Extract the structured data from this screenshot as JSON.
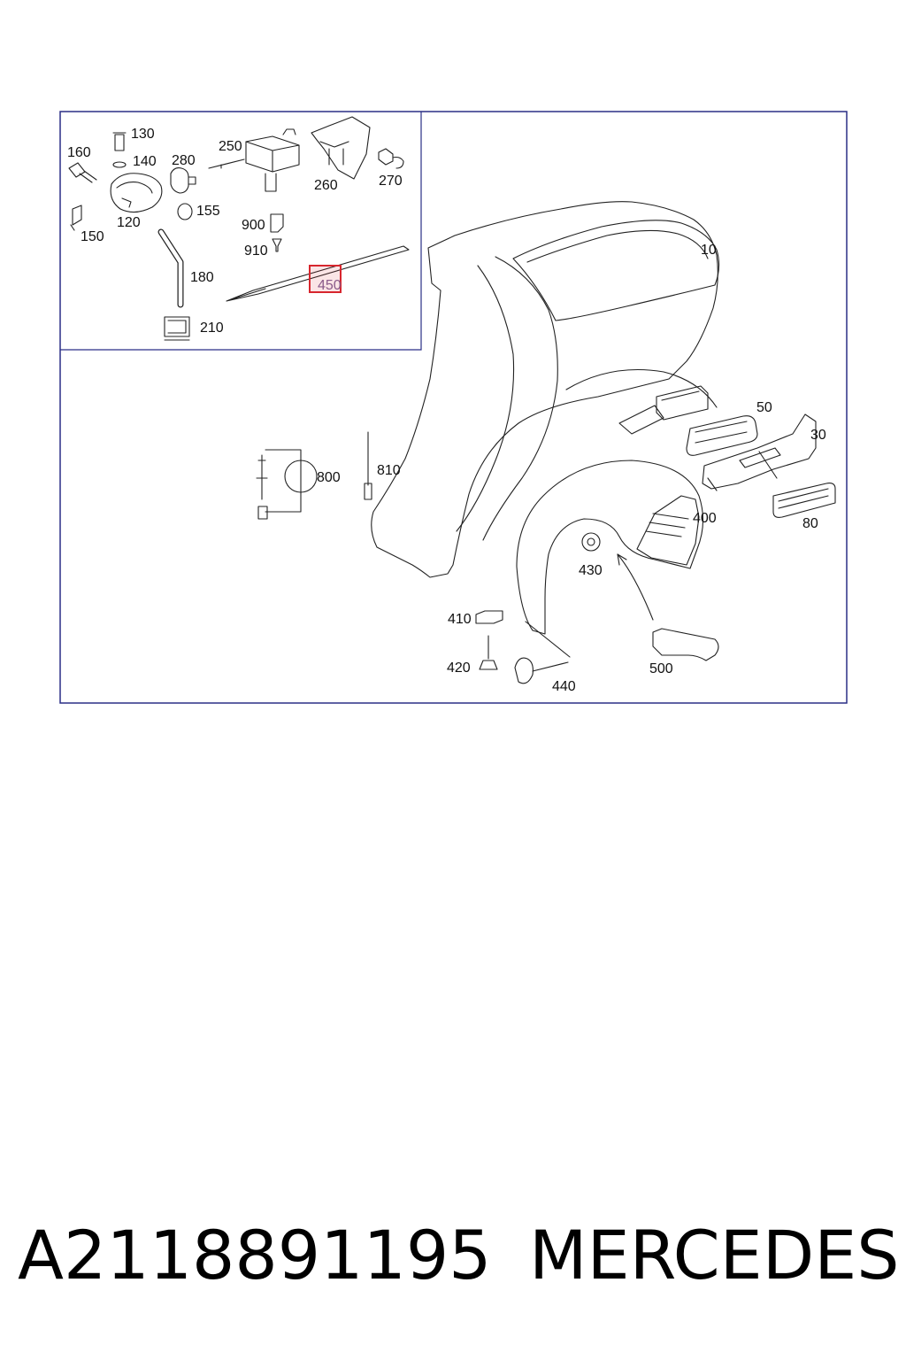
{
  "diagram": {
    "highlight_color": "#d7262e",
    "frame_color": "#2a2f86",
    "callouts": [
      {
        "id": "c130",
        "label": "130"
      },
      {
        "id": "c160",
        "label": "160"
      },
      {
        "id": "c140",
        "label": "140"
      },
      {
        "id": "c280",
        "label": "280"
      },
      {
        "id": "c250",
        "label": "250"
      },
      {
        "id": "c260",
        "label": "260"
      },
      {
        "id": "c270",
        "label": "270"
      },
      {
        "id": "c120",
        "label": "120"
      },
      {
        "id": "c155",
        "label": "155"
      },
      {
        "id": "c150",
        "label": "150"
      },
      {
        "id": "c900",
        "label": "900"
      },
      {
        "id": "c910",
        "label": "910"
      },
      {
        "id": "c180",
        "label": "180"
      },
      {
        "id": "c450",
        "label": "450"
      },
      {
        "id": "c210",
        "label": "210"
      },
      {
        "id": "c10",
        "label": "10"
      },
      {
        "id": "c50",
        "label": "50"
      },
      {
        "id": "c30",
        "label": "30"
      },
      {
        "id": "c800",
        "label": "800"
      },
      {
        "id": "c810",
        "label": "810"
      },
      {
        "id": "c400",
        "label": "400"
      },
      {
        "id": "c80",
        "label": "80"
      },
      {
        "id": "c430",
        "label": "430"
      },
      {
        "id": "c410",
        "label": "410"
      },
      {
        "id": "c420",
        "label": "420"
      },
      {
        "id": "c440",
        "label": "440"
      },
      {
        "id": "c500",
        "label": "500"
      }
    ],
    "highlighted_callout": "450"
  },
  "caption": {
    "part_number": "A2118891195",
    "brand": "MERCEDES"
  }
}
